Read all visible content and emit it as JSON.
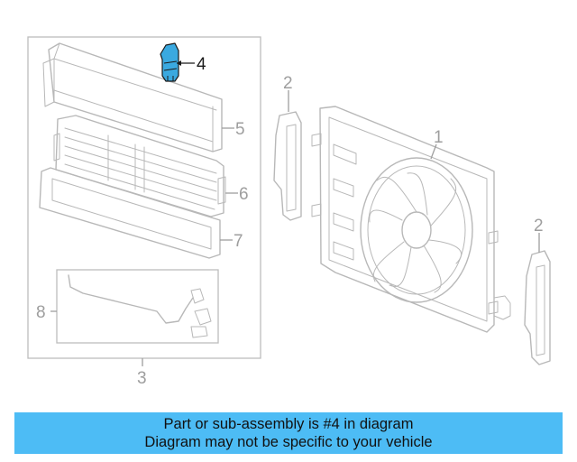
{
  "callouts": {
    "c1": "1",
    "c2a": "2",
    "c2b": "2",
    "c3": "3",
    "c4": "4",
    "c5": "5",
    "c6": "6",
    "c7": "7",
    "c8": "8"
  },
  "highlight_part": "4",
  "colors": {
    "highlight": "#3aa9e0",
    "banner": "#4dbcf5",
    "line": "#b8b8b8"
  },
  "banner": {
    "line1": "Part or sub-assembly is #4 in diagram",
    "line2": "Diagram may not be specific to your vehicle"
  }
}
